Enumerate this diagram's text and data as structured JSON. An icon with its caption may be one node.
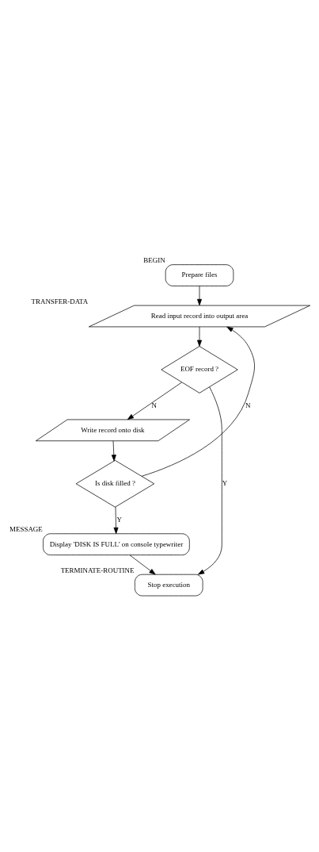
{
  "diagram": {
    "nodes": [
      {
        "text": [
          "Prepare files"
        ],
        "beside": [
          "BEGIN"
        ]
      },
      {
        "text": [
          "Read input record into output area"
        ],
        "beside": [
          "TRANSFER-DATA"
        ]
      },
      {
        "text": [
          "EOF record ?"
        ]
      },
      {
        "text": [
          "Write record onto disk"
        ]
      },
      {
        "text": [
          "Is disk filled ?"
        ]
      },
      {
        "text": [
          "Display 'DISK IS FULL' on console typewriter"
        ],
        "beside": [
          "MESSAGE"
        ]
      },
      {
        "text": [
          "Stop execution"
        ],
        "beside": [
          "TERMINATE-ROUTINE"
        ]
      }
    ],
    "edges": [
      {
        "from": 0,
        "to": 1,
        "arrow": "to"
      },
      {
        "from": 1,
        "to": 2,
        "arrow": "to"
      },
      {
        "from": 2,
        "to": 3,
        "arrow": "to",
        "label": "N"
      },
      {
        "from": 2,
        "to": 6,
        "arrow": "to",
        "label": "Y"
      },
      {
        "from": 3,
        "to": 4,
        "arrow": "to"
      },
      {
        "from": 4,
        "to": 1,
        "arrow": "to",
        "label": "N"
      },
      {
        "from": 4,
        "to": 5,
        "arrow": "to",
        "label": "Y"
      },
      {
        "from": 5,
        "to": 6,
        "arrow": "to"
      }
    ]
  }
}
